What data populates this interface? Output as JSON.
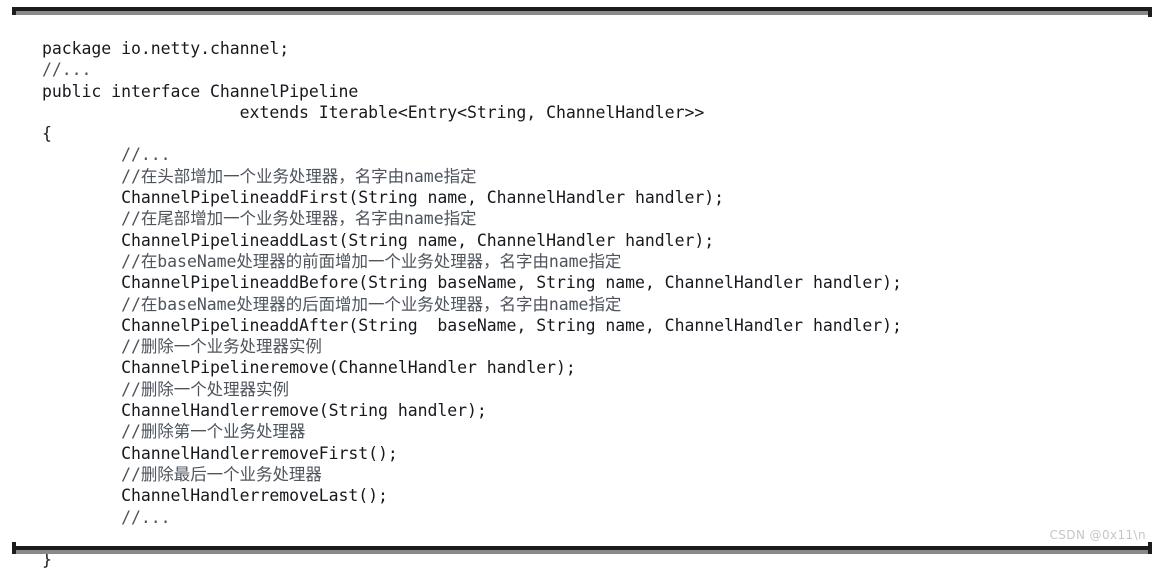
{
  "figure": {
    "kind": "code-listing-image",
    "language": "java",
    "border_color": "#1c1c1c",
    "border_shadow_color": "#8a8a8a",
    "background_color": "#ffffff",
    "code_color": "#16191e",
    "comment_color": "#4d545c"
  },
  "code": {
    "lines": [
      {
        "text": "package io.netty.channel;",
        "comment": false
      },
      {
        "text": "//...",
        "comment": true
      },
      {
        "text": "public interface ChannelPipeline",
        "comment": false
      },
      {
        "text": "                    extends Iterable<Entry<String, ChannelHandler>>",
        "comment": false
      },
      {
        "text": "{",
        "comment": false
      },
      {
        "text": "        //...",
        "comment": true
      },
      {
        "text": "        //在头部增加一个业务处理器，名字由name指定",
        "comment": true
      },
      {
        "text": "        ChannelPipelineaddFirst(String name, ChannelHandler handler);",
        "comment": false
      },
      {
        "text": "        //在尾部增加一个业务处理器，名字由name指定",
        "comment": true
      },
      {
        "text": "        ChannelPipelineaddLast(String name, ChannelHandler handler);",
        "comment": false
      },
      {
        "text": "        //在baseName处理器的前面增加一个业务处理器，名字由name指定",
        "comment": true
      },
      {
        "text": "        ChannelPipelineaddBefore(String baseName, String name, ChannelHandler handler);",
        "comment": false
      },
      {
        "text": "        //在baseName处理器的后面增加一个业务处理器，名字由name指定",
        "comment": true
      },
      {
        "text": "        ChannelPipelineaddAfter(String  baseName, String name, ChannelHandler handler);",
        "comment": false
      },
      {
        "text": "        //删除一个业务处理器实例",
        "comment": true
      },
      {
        "text": "        ChannelPipelineremove(ChannelHandler handler);",
        "comment": false
      },
      {
        "text": "        //删除一个处理器实例",
        "comment": true
      },
      {
        "text": "        ChannelHandlerremove(String handler);",
        "comment": false
      },
      {
        "text": "        //删除第一个业务处理器",
        "comment": true
      },
      {
        "text": "        ChannelHandlerremoveFirst();",
        "comment": false
      },
      {
        "text": "        //删除最后一个业务处理器",
        "comment": true
      },
      {
        "text": "        ChannelHandlerremoveLast();",
        "comment": false
      },
      {
        "text": "        //...",
        "comment": true
      },
      {
        "text": "",
        "comment": false
      },
      {
        "text": "}",
        "comment": false
      }
    ]
  },
  "watermark": {
    "text": "CSDN @0x11\\n"
  }
}
